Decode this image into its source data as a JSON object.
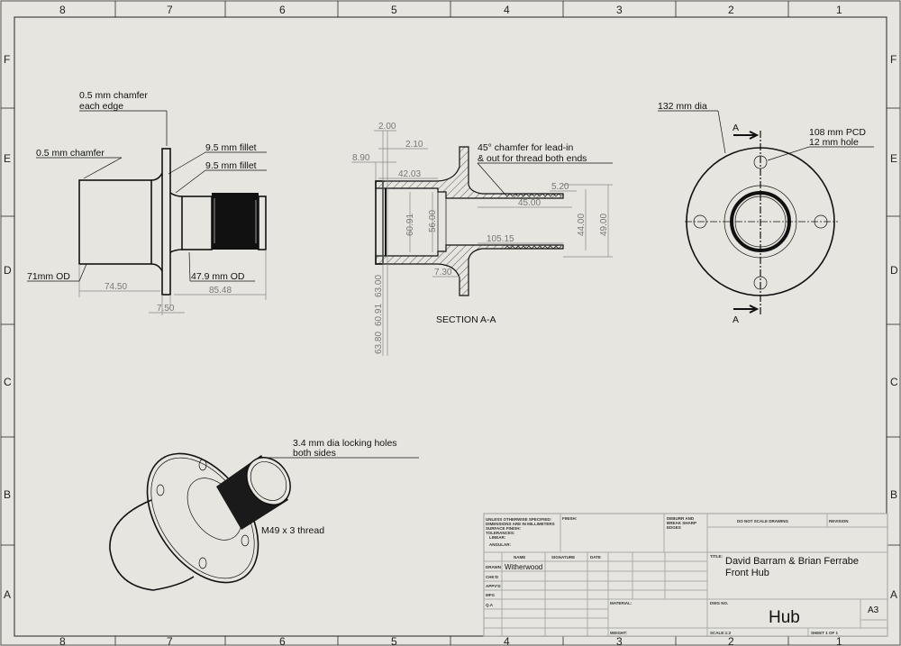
{
  "sheet": {
    "zones_columns": [
      "8",
      "7",
      "6",
      "5",
      "4",
      "3",
      "2",
      "1"
    ],
    "zones_rows": [
      "F",
      "E",
      "D",
      "C",
      "B",
      "A"
    ]
  },
  "front_view": {
    "notes": [
      "0.5 mm chamfer",
      "each edge",
      "0.5 mm chamfer",
      "9.5 mm fillet",
      "9.5 mm fillet",
      "71mm OD",
      "47.9 mm OD"
    ],
    "dimensions": [
      "74.50",
      "85.48",
      "7.50"
    ]
  },
  "section_view": {
    "title": "SECTION A-A",
    "notes": [
      "45° chamfer for lead-in",
      "& out for thread both ends"
    ],
    "dimensions": [
      "2.00",
      "2.10",
      "8.90",
      "42.03",
      "60.91",
      "56.00",
      "5.20",
      "45.00",
      "105.15",
      "44.00",
      "49.00",
      "7.30",
      "63.00",
      "60.91",
      "63.80"
    ]
  },
  "end_view": {
    "notes": [
      "132 mm dia",
      "108 mm PCD",
      "12 mm hole"
    ],
    "section_marker": "A"
  },
  "iso_view": {
    "notes": [
      "3.4 mm dia locking holes",
      "both sides",
      "M49 x 3 thread"
    ]
  },
  "title_block": {
    "tolerance_note": [
      "UNLESS OTHERWISE SPECIFIED:",
      "DIMENSIONS ARE IN MILLIMETERS",
      "SURFACE FINISH:",
      "TOLERANCES:",
      "LINEAR:",
      "ANGULAR:"
    ],
    "finish_label": "FINISH:",
    "deburr_note": [
      "DEBURR AND",
      "BREAK SHARP",
      "EDGES"
    ],
    "do_not_scale": "DO NOT SCALE DRAWING",
    "revision_label": "REVISION",
    "col_headers": [
      "NAME",
      "SIGNATURE",
      "DATE"
    ],
    "row_labels": [
      "DRAWN",
      "CHK'D",
      "APPV'D",
      "MFG",
      "Q.A"
    ],
    "drawn_by": "Witherwood",
    "title_label": "TITLE:",
    "title_line1": "David Barram & Brian Ferrabe",
    "title_line2": "Front Hub",
    "material_label": "MATERIAL:",
    "dwg_no_label": "DWG NO.",
    "dwg_no": "Hub",
    "size": "A3",
    "weight_label": "WEIGHT:",
    "scale_label": "SCALE:1:2",
    "sheet_label": "SHEET 1 OF 1"
  }
}
